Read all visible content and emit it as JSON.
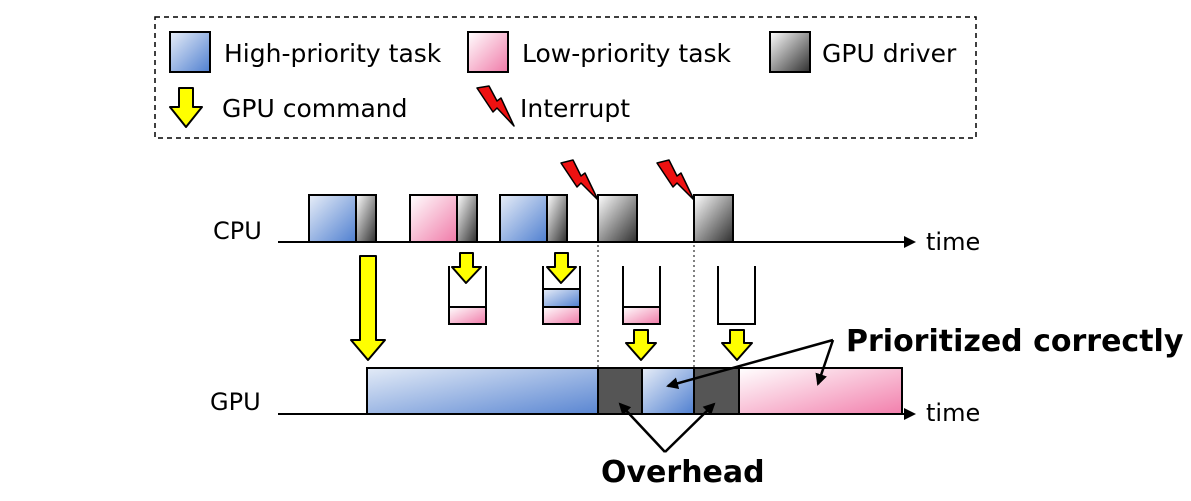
{
  "legend": {
    "items": [
      {
        "label": "High-priority task",
        "swatch": "high"
      },
      {
        "label": "Low-priority task",
        "swatch": "low"
      },
      {
        "label": "GPU driver",
        "swatch": "driver"
      },
      {
        "label": "GPU command",
        "swatch": "command-arrow"
      },
      {
        "label": "Interrupt",
        "swatch": "interrupt-bolt"
      }
    ]
  },
  "timeline": {
    "cpu_label": "CPU",
    "gpu_label": "GPU",
    "cpu_axis_label": "time",
    "gpu_axis_label": "time"
  },
  "annotations": {
    "prioritized": "Prioritized correctly",
    "overhead": "Overhead"
  },
  "colors": {
    "high_light": "#dce6f5",
    "high_dark": "#4f7fd0",
    "low_light": "#fde4ef",
    "low_dark": "#f07aa8",
    "driver_light": "#ffffff",
    "driver_dark": "#3a3a3a",
    "overhead": "#555555",
    "command_arrow": "#ffff00",
    "interrupt": "#e00000"
  },
  "icons": {
    "command": "down-arrow-icon",
    "interrupt": "lightning-bolt-icon"
  }
}
